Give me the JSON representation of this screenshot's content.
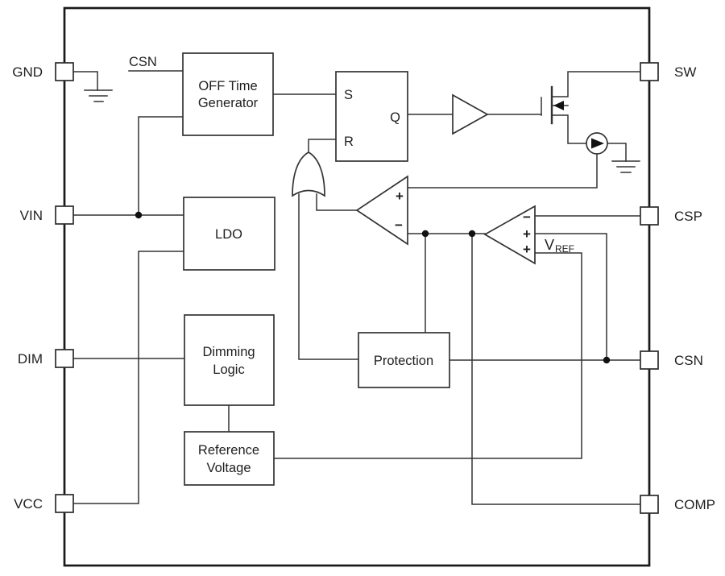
{
  "diagram_type": "ic-block-diagram",
  "colors": {
    "background": "#ffffff",
    "line": "#333333",
    "border": "#1a1a1a",
    "text": "#1f1f1f"
  },
  "pins": {
    "left": [
      {
        "label": "GND"
      },
      {
        "label": "VIN"
      },
      {
        "label": "DIM"
      },
      {
        "label": "VCC"
      }
    ],
    "right": [
      {
        "label": "SW"
      },
      {
        "label": "CSP"
      },
      {
        "label": "CSN"
      },
      {
        "label": "COMP"
      }
    ]
  },
  "signals": {
    "csn_input": "CSN"
  },
  "blocks": {
    "off_time_generator": {
      "line1": "OFF Time",
      "line2": "Generator"
    },
    "ldo": {
      "label": "LDO"
    },
    "dimming_logic": {
      "line1": "Dimming",
      "line2": "Logic"
    },
    "reference_voltage": {
      "line1": "Reference",
      "line2": "Voltage"
    },
    "protection": {
      "label": "Protection"
    }
  },
  "latch": {
    "s": "S",
    "r": "R",
    "q": "Q"
  },
  "comparators": {
    "pwm": {
      "plus": "+",
      "minus": "−"
    },
    "sense": {
      "minus": "−",
      "plus1": "+",
      "plus2": "+"
    }
  },
  "vref": {
    "main": "V",
    "sub": "REF"
  }
}
